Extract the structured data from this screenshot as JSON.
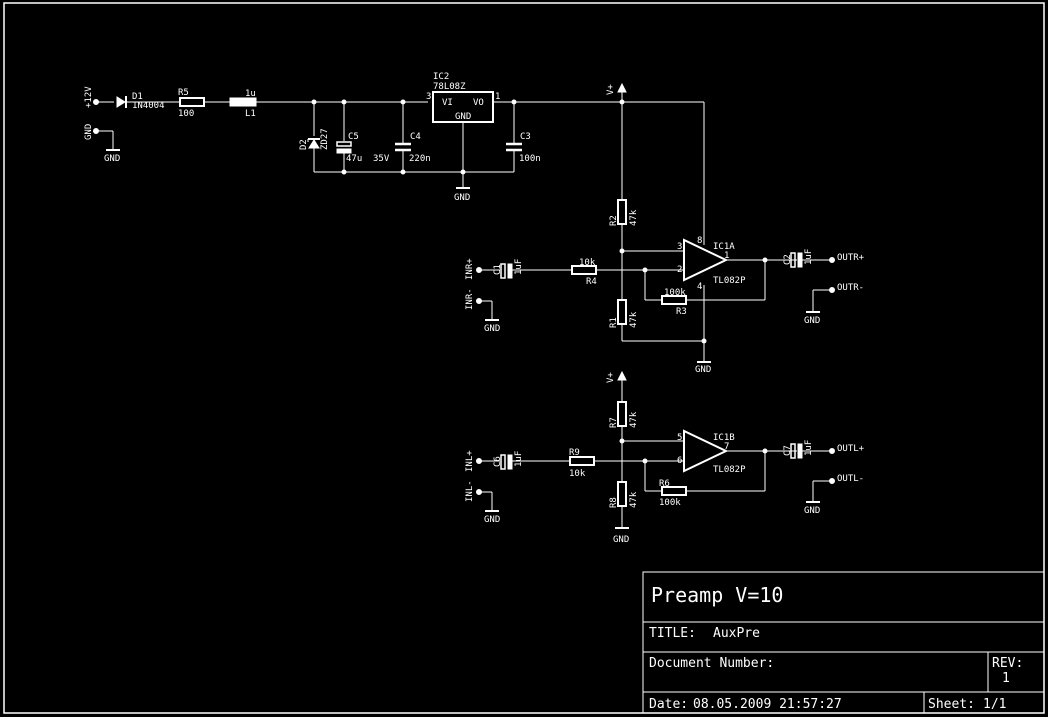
{
  "colors": {
    "background": "#000000",
    "lines": "#ffffff"
  },
  "supply": {
    "vin_label": "+12V",
    "gnd_label": "GND",
    "gnd_symbol": "GND",
    "d1_name": "D1",
    "d1_value": "1N4004",
    "r5_name": "R5",
    "r5_value": "100",
    "l1_value": "1u",
    "l1_name": "L1",
    "d2_name": "D2",
    "d2_value": "ZD27",
    "c5_name": "C5",
    "c5_value": "47u",
    "c5_voltage": "35V",
    "c4_name": "C4",
    "c4_value": "220n",
    "ic2_name": "IC2",
    "ic2_value": "78L08Z",
    "ic2_vi": "VI",
    "ic2_vo": "VO",
    "ic2_gnd": "GND",
    "ic2_pin_in": "3",
    "ic2_pin_out": "1",
    "c3_name": "C3",
    "c3_value": "100n",
    "gnd_reg": "GND"
  },
  "right_channel": {
    "vplus": "V+",
    "r2_name": "R2",
    "r2_value": "47k",
    "r1_name": "R1",
    "r1_value": "47k",
    "in_pos": "INR+",
    "in_neg": "INR-",
    "c1_name": "C1",
    "c1_value": "1uF",
    "r4_value": "10k",
    "r4_name": "R4",
    "r3_value": "100k",
    "r3_name": "R3",
    "ic_name": "IC1A",
    "ic_value": "TL082P",
    "pin_plus": "3",
    "pin_minus": "2",
    "pin_out": "1",
    "pin_vcc": "8",
    "pin_vee": "4",
    "c2_name": "C2",
    "c2_value": "1uF",
    "out_pos": "OUTR+",
    "out_neg": "OUTR-",
    "gnd_in": "GND",
    "gnd_out": "GND",
    "gnd_bias": "GND"
  },
  "left_channel": {
    "vplus": "V+",
    "r7_name": "R7",
    "r7_value": "47k",
    "r8_name": "R8",
    "r8_value": "47k",
    "in_pos": "INL+",
    "in_neg": "INL-",
    "c6_name": "C6",
    "c6_value": "1uF",
    "r9_name": "R9",
    "r9_value": "10k",
    "r6_name": "R6",
    "r6_value": "100k",
    "ic_name": "IC1B",
    "ic_value": "TL082P",
    "pin_plus": "5",
    "pin_minus": "6",
    "pin_out": "7",
    "c7_name": "C7",
    "c7_value": "1uF",
    "out_pos": "OUTL+",
    "out_neg": "OUTL-",
    "gnd_in": "GND",
    "gnd_out": "GND",
    "gnd_bias": "GND"
  },
  "title_block": {
    "heading": "Preamp V=10",
    "title_label": "TITLE:",
    "title_value": "AuxPre",
    "doc_label": "Document Number:",
    "rev_label": "REV:",
    "rev_value": "1",
    "date_label": "Date:",
    "date_value": "08.05.2009 21:57:27",
    "sheet_label": "Sheet:",
    "sheet_value": "1/1"
  }
}
